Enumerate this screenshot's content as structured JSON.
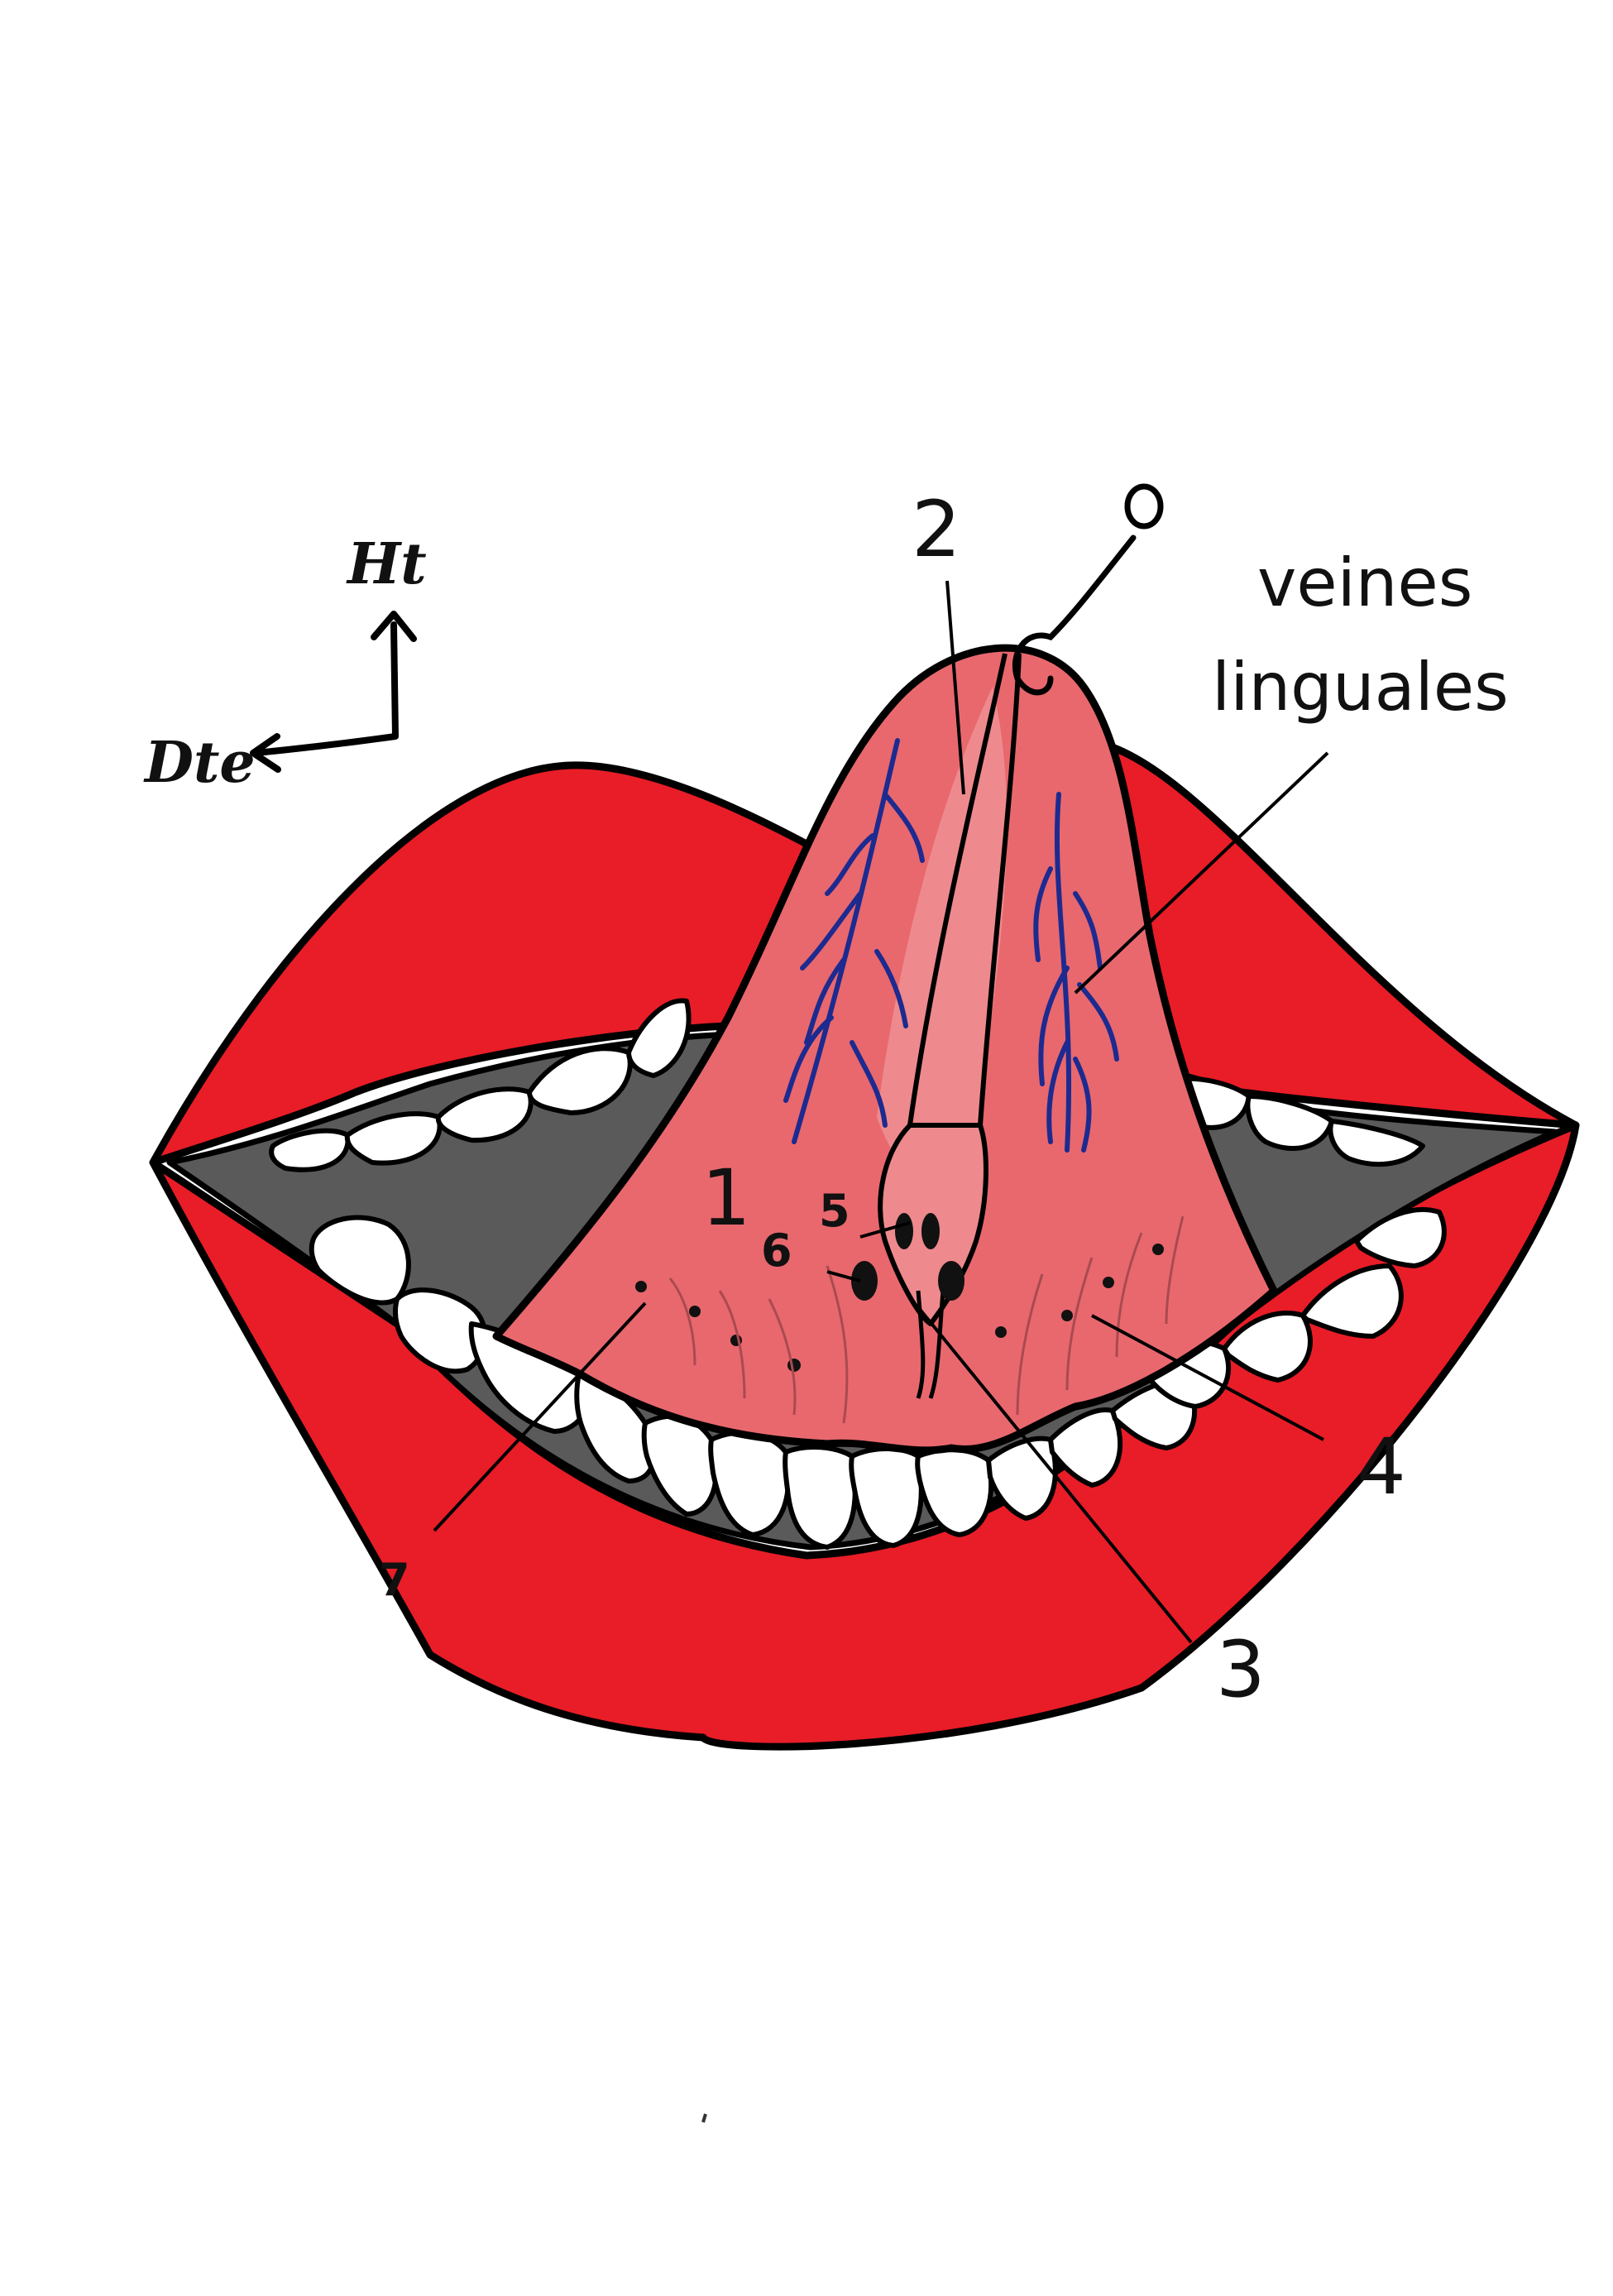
{
  "diagram": {
    "labels": {
      "l1": "1",
      "l2": "2",
      "l3": "3",
      "l4": "4",
      "l5": "5",
      "l6": "6",
      "l7": "7",
      "veines_line1": "veines",
      "veines_line2": "linguales"
    },
    "orientation": {
      "up": "Ht",
      "right": "Dte"
    },
    "colors": {
      "lips": "#e81d27",
      "tongue": "#e8686e",
      "tongue_light": "#ee8a8d",
      "mouth_cavity": "#5a5a5a",
      "teeth": "#ffffff",
      "veins": "#1d2a8f",
      "outline": "#000000"
    }
  }
}
